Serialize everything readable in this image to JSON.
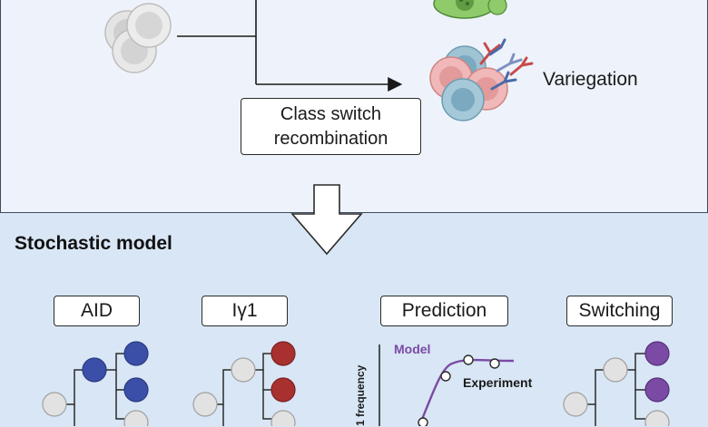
{
  "top": {
    "variegation_label": "Variegation",
    "csr_line1": "Class switch",
    "csr_line2": "recombination"
  },
  "bottom": {
    "title": "Stochastic model",
    "panels": [
      {
        "label": "AID"
      },
      {
        "label": "Iγ1"
      },
      {
        "label": "Prediction"
      },
      {
        "label": "Switching"
      }
    ],
    "prediction": {
      "model_label": "Model",
      "experiment_label": "Experiment",
      "ylabel": "1 frequency"
    }
  },
  "colors": {
    "aid_node": "#3b4fa8",
    "igamma1_node": "#a8302f",
    "switching_node": "#7b4aa4",
    "model_curve": "#7b4aa4",
    "grey_node": "#e2e2e2"
  }
}
